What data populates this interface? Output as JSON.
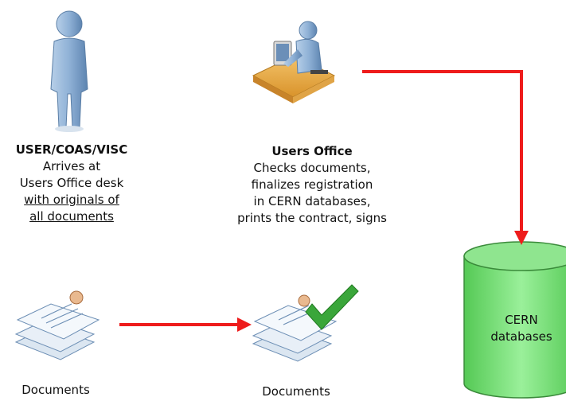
{
  "user": {
    "title": "USER/COAS/VISC",
    "lines": [
      "Arrives at",
      "Users Office desk"
    ],
    "underlined": [
      "with originals of",
      "all documents"
    ]
  },
  "office": {
    "title": "Users Office",
    "lines": [
      "Checks documents,",
      "finalizes registration",
      "in CERN databases,",
      "prints the contract, signs"
    ]
  },
  "database": {
    "lines": [
      "CERN",
      "databases"
    ],
    "color": "#7ee07a"
  },
  "documents_left": {
    "label": "Documents"
  },
  "documents_right": {
    "label": "Documents"
  },
  "colors": {
    "arrow": "#ee1c1c",
    "person": "#7fa7cf",
    "check": "#3aa63a"
  }
}
